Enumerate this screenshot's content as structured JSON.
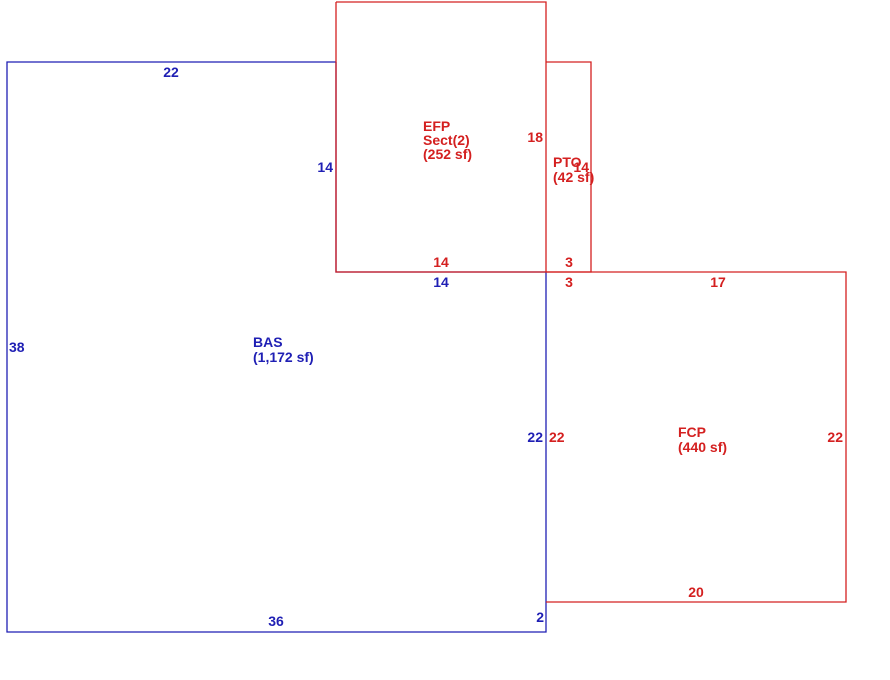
{
  "colors": {
    "living": "#1f1fb4",
    "attachment": "#d42020"
  },
  "areas": {
    "bas": {
      "code": "BAS",
      "area": "(1,172 sf)"
    },
    "efp": {
      "code": "EFP",
      "section": "Sect(2)",
      "area": "(252 sf)"
    },
    "pto": {
      "code": "PTO",
      "area": "(42 sf)"
    },
    "fcp": {
      "code": "FCP",
      "area": "(440 sf)"
    }
  },
  "dimensions": {
    "bas_top": "22",
    "bas_left": "38",
    "bas_bottom": "36",
    "bas_right_lower": "2",
    "bas_right_mid": "22",
    "bas_inner_vertical": "14",
    "bas_inner_horizontal": "14",
    "bas_notch": "3",
    "efp_right": "18",
    "efp_bottom": "14",
    "pto_right": "14",
    "pto_bottom": "3",
    "fcp_top": "17",
    "fcp_left": "22",
    "fcp_right": "22",
    "fcp_bottom": "20"
  }
}
